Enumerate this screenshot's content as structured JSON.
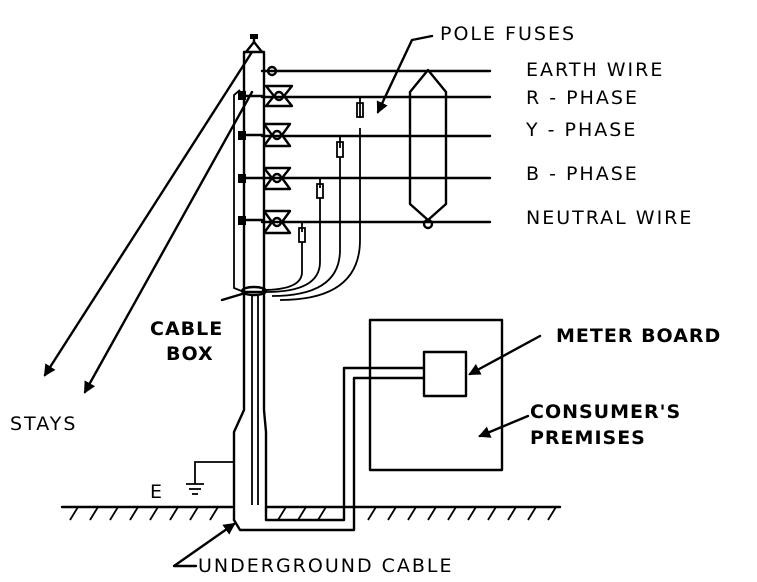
{
  "labels": {
    "pole_fuses": "POLE FUSES",
    "earth_wire": "EARTH WIRE",
    "r_phase": "R - PHASE",
    "y_phase": "Y - PHASE",
    "b_phase": "B - PHASE",
    "neutral_wire": "NEUTRAL WIRE",
    "cable_box_1": "CABLE",
    "cable_box_2": "BOX",
    "meter_board": "METER BOARD",
    "consumers_1": "CONSUMER'S",
    "consumers_2": "PREMISES",
    "stays": "STAYS",
    "earth": "E",
    "underground_cable": "UNDERGROUND CABLE"
  },
  "colors": {
    "ink": "#000000",
    "background": "#ffffff"
  }
}
